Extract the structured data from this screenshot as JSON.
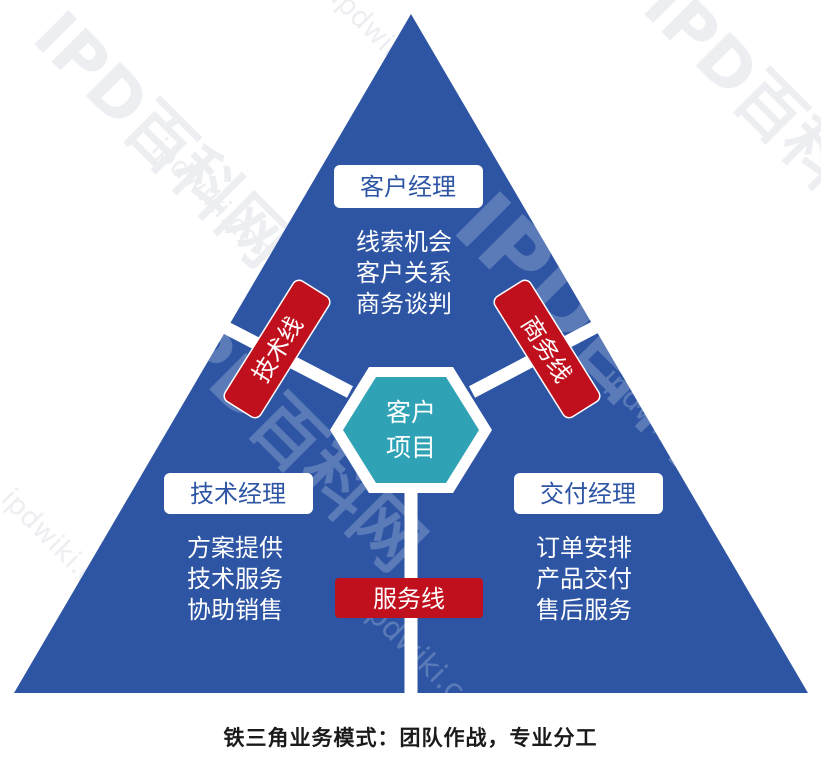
{
  "diagram": {
    "center_label": [
      "客户",
      "项目"
    ],
    "roles": {
      "top": {
        "title": "客户经理",
        "duties": [
          "线索机会",
          "客户关系",
          "商务谈判"
        ]
      },
      "left": {
        "title": "技术经理",
        "duties": [
          "方案提供",
          "技术服务",
          "协助销售"
        ]
      },
      "right": {
        "title": "交付经理",
        "duties": [
          "订单安排",
          "产品交付",
          "售后服务"
        ]
      }
    },
    "lines": {
      "left": "技术线",
      "right": "商务线",
      "bottom": "服务线"
    },
    "caption": "铁三角业务模式：团队作战，专业分工"
  },
  "watermark": {
    "brand": "IPD百科网",
    "site": "ipdwiki.com"
  },
  "colors": {
    "triangle": "#2e55a4",
    "hexagon": "#2fa3b5",
    "line_badge": "#c0101d",
    "connector": "#ffffff",
    "title_box": "#ffffff",
    "title_text": "#2e55a4",
    "body_text": "#ffffff",
    "watermark": "#c9ced6"
  }
}
